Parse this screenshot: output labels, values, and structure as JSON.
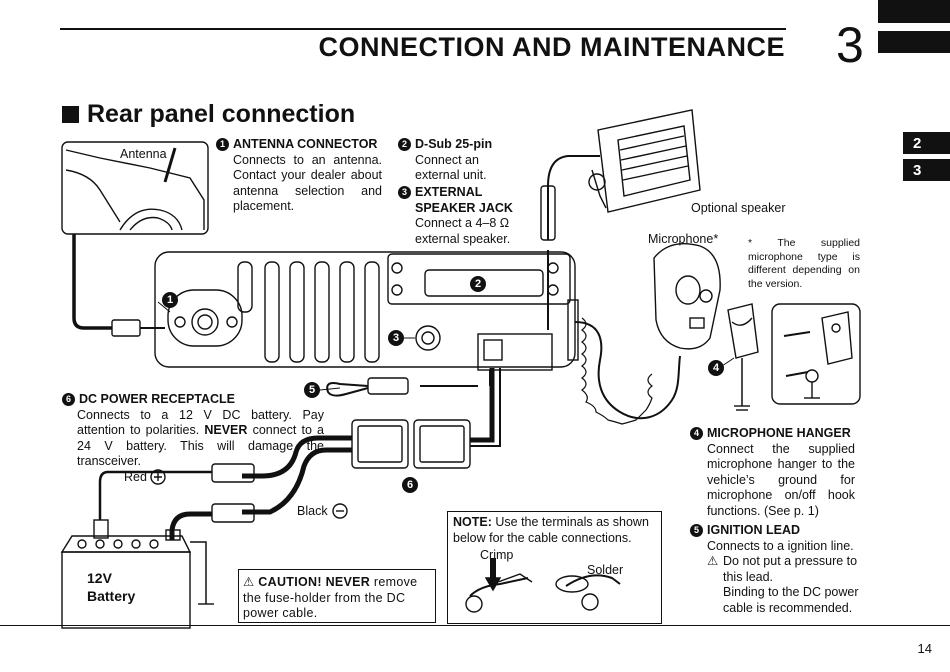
{
  "header": {
    "title": "CONNECTION AND MAINTENANCE",
    "chapter": "3"
  },
  "tabs": [
    "2",
    "3"
  ],
  "section": {
    "title": "Rear panel connection"
  },
  "items": {
    "antenna": {
      "num": "1",
      "title": "ANTENNA CONNECTOR",
      "text": "Connects to an antenna. Contact your dealer about antenna selection and placement."
    },
    "dsub": {
      "num": "2",
      "title": "D-Sub 25-pin",
      "text": "Connect an external unit."
    },
    "speaker": {
      "num": "3",
      "title": "EXTERNAL SPEAKER JACK",
      "text": "Connect a 4–8 Ω external speaker."
    },
    "hanger": {
      "num": "4",
      "title": "MICROPHONE HANGER",
      "text": "Connect the supplied microphone hanger to the vehicle’s ground for microphone on/off hook functions. (See p. 1)"
    },
    "ignition": {
      "num": "5",
      "title": "IGNITION LEAD",
      "text": "Connects to a ignition line.",
      "warn": "Do not put a pressure to this lead.",
      "note": "Binding to the DC power cable is recommended."
    },
    "dcpower": {
      "num": "6",
      "title": "DC POWER RECEPTACLE",
      "text_a": "Connects to a 12 V DC battery. Pay attention to polarities.",
      "never": "NEVER",
      "text_b": "connect to a 24 V battery. This will damage the transceiver."
    }
  },
  "labels": {
    "antenna": "Antenna",
    "optional_speaker": "Optional speaker",
    "microphone": "Microphone*",
    "mic_note": "* The supplied microphone type is different depending on the version.",
    "red": "Red",
    "black": "Black",
    "battery_v": "12V",
    "battery": "Battery",
    "crimp": "Crimp",
    "solder": "Solder"
  },
  "note_box": {
    "label": "NOTE:",
    "text": "Use the terminals as shown below for the cable connections."
  },
  "caution_box": {
    "label": "CAUTION! NEVER",
    "text": "remove the fuse-holder from the DC power cable."
  },
  "page_number": "14"
}
